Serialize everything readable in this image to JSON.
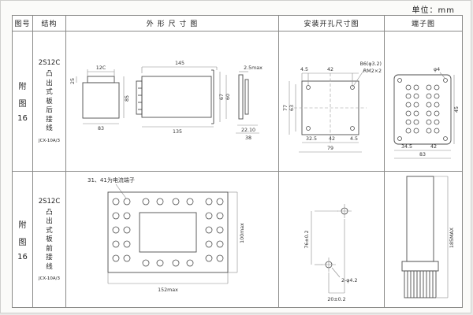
{
  "page": {
    "unit_label": "单位：mm"
  },
  "headers": {
    "fig_no": "图号",
    "structure": "结构",
    "outline": "外 形 尺 寸 图",
    "mounting": "安装开孔尺寸图",
    "terminal": "端子图"
  },
  "rows": [
    {
      "fig": [
        "附",
        "图",
        "16"
      ],
      "structure": {
        "model": "2S12C",
        "desc": [
          "凸",
          "出",
          "式",
          "板",
          "后",
          "接",
          "线"
        ],
        "type": "JCX-10A/3"
      },
      "outline": {
        "front_top": "12C",
        "front_left": "25",
        "front_right": "85",
        "front_bottom": "83",
        "side_top": "145",
        "side_bottom": "135",
        "side_h1": "67",
        "side_h2": "60",
        "panel_top": "2.5max",
        "panel_b1": "22.10",
        "panel_b2": "38"
      },
      "mounting": {
        "t1": "4.5",
        "t2": "42",
        "hole": "B6(φ3.2)",
        "thread": "RM2×2",
        "l1": "77",
        "l2": "63",
        "b1": "32.5",
        "b2": "42",
        "b3": "4.5",
        "b4": "79"
      },
      "terminal": {
        "hole": "φ4",
        "r1": "45",
        "b1": "34.5",
        "b2": "42",
        "b3": "83"
      }
    },
    {
      "fig": [
        "附",
        "图",
        "16"
      ],
      "structure": {
        "model": "2S12C",
        "desc": [
          "凸",
          "出",
          "式",
          "板",
          "前",
          "接",
          "线"
        ],
        "type": "JCX-10A/3"
      },
      "outline": {
        "note": "31、41为电流端子",
        "bottom": "152max",
        "right": "100max"
      },
      "mounting": {
        "v": "76±0.2",
        "hole": "2-φ4.2",
        "b": "20±0.2"
      },
      "terminal": {
        "r": "185MAX"
      }
    }
  ]
}
